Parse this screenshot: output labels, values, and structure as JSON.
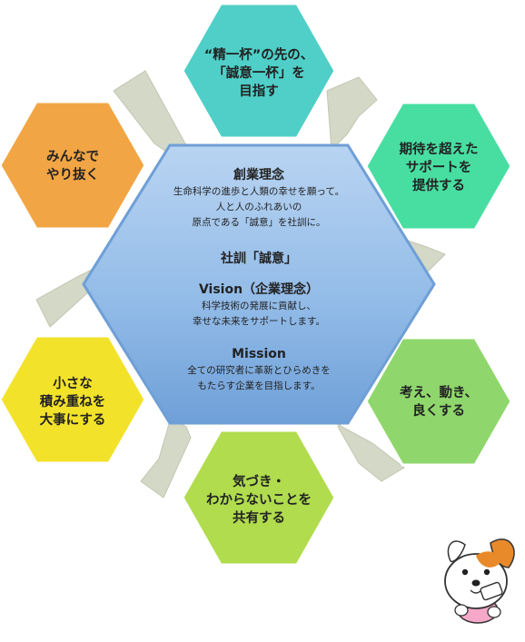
{
  "center": {
    "philosophy_title": "創業理念",
    "philosophy_lines": [
      "生命科学の進歩と人類の幸せを願って。",
      "人と人のふれあいの",
      "原点である「誠意」を社訓に。"
    ],
    "motto_title": "社訓「誠意」",
    "vision_title": "Vision（企業理念）",
    "vision_lines": [
      "科学技術の発展に貢献し、",
      "幸せな未来をサポートします。"
    ],
    "mission_title": "Mission",
    "mission_lines": [
      "全ての研究者に革新とひらめきを",
      "もたらす企業を目指します。"
    ]
  },
  "hexagons": [
    {
      "id": "top",
      "lines": [
        "“精一杯”の先の、",
        "「誠意一杯」を",
        "目指す"
      ],
      "color": "#4fcfc8"
    },
    {
      "id": "upper-right",
      "lines": [
        "期待を超えた",
        "サポートを",
        "提供する"
      ],
      "color": "#48dea2"
    },
    {
      "id": "lower-right",
      "lines": [
        "考え、動き、",
        "良くする"
      ],
      "color": "#8fd76c"
    },
    {
      "id": "bottom",
      "lines": [
        "気づき・",
        "わからないことを",
        "共有する"
      ],
      "color": "#b0dc4e"
    },
    {
      "id": "lower-left",
      "lines": [
        "小さな",
        "積み重ねを",
        "大事にする"
      ],
      "color": "#f3e22a"
    },
    {
      "id": "upper-left",
      "lines": [
        "みんなで",
        "やり抜く"
      ],
      "color": "#f2a544"
    }
  ],
  "colors": {
    "center_fill": "#8ab6e4",
    "center_border": "#6e9fd6",
    "arrow": "#d4d8c6",
    "hex_border": "#ffffff"
  },
  "icons": {
    "mascot": "dog-mascot-icon",
    "arrows": "cycle-arrow-icon"
  }
}
